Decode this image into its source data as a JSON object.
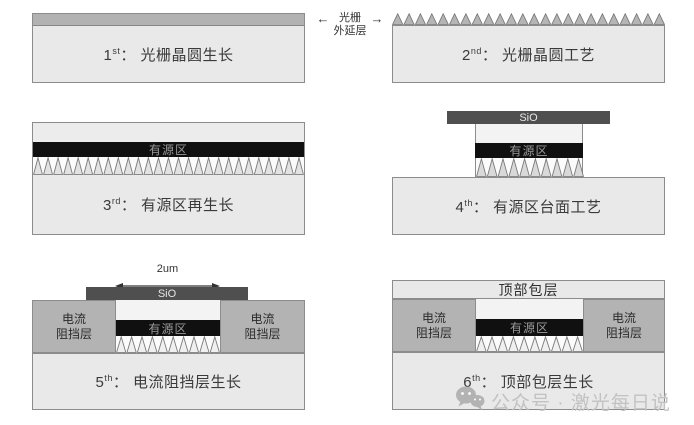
{
  "colors": {
    "panel_bg": "#e9e9e9",
    "strip": "#b2b2b2",
    "block": "#b3b3b3",
    "dark_bar": "#101010",
    "sio": "#4f4f4f",
    "border": "#8c8c8c",
    "active_text": "#9a9a9a",
    "watermark": "#c2c2c2"
  },
  "annotation": {
    "line1": "光栅",
    "line2": "外延层",
    "arrow_left": "←",
    "arrow_right": "→"
  },
  "panels": [
    {
      "num": "1",
      "sup": "st",
      "rest": "： 光栅晶圆生长"
    },
    {
      "num": "2",
      "sup": "nd",
      "rest": "： 光栅晶圆工艺"
    },
    {
      "num": "3",
      "sup": "rd",
      "rest": "： 有源区再生长",
      "active": "有源区"
    },
    {
      "num": "4",
      "sup": "th",
      "rest": "： 有源区台面工艺",
      "active": "有源区",
      "sio": "SiO"
    },
    {
      "num": "5",
      "sup": "th",
      "rest": "： 电流阻挡层生长",
      "active": "有源区",
      "sio": "SiO",
      "dim": "2um",
      "block1": "电流",
      "block2": "阻挡层"
    },
    {
      "num": "6",
      "sup": "th",
      "rest": "： 顶部包层生长",
      "active": "有源区",
      "top": "顶部包层",
      "block1": "电流",
      "block2": "阻挡层"
    }
  ],
  "watermark": {
    "text": "公众号 · 激光每日说"
  }
}
